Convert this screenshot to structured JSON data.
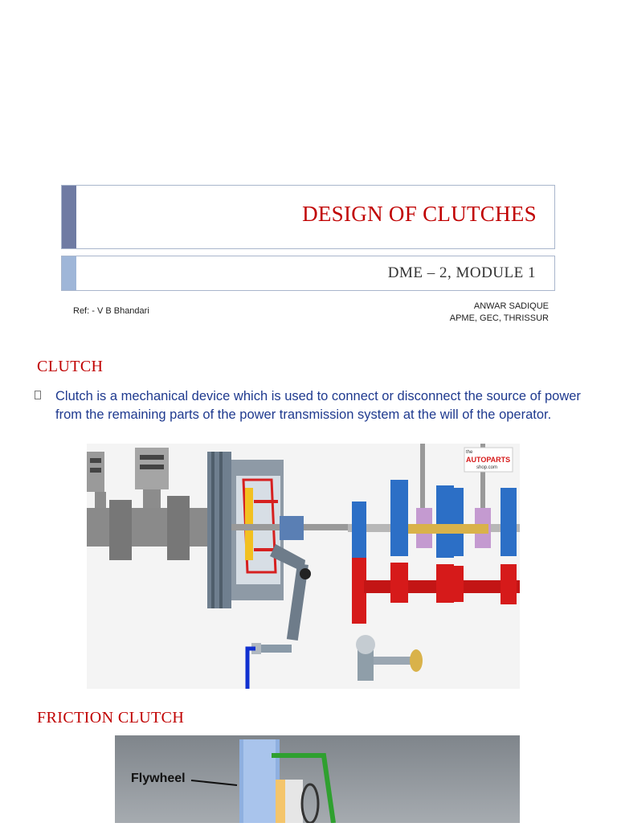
{
  "title": "DESIGN OF CLUTCHES",
  "subtitle": "DME – 2, MODULE 1",
  "reference": "Ref: - V B Bhandari",
  "author": {
    "name": "ANWAR SADIQUE",
    "affiliation": "APME, GEC, THRISSUR"
  },
  "section1": {
    "heading": "CLUTCH",
    "bullet_icon": "bullet-square-icon",
    "bullet_text": "Clutch is a mechanical device which is used to connect or disconnect the source of power from the remaining parts of the power transmission system at the will of the operator."
  },
  "figure1": {
    "logo_top": "the",
    "logo_main": "AUTOPARTS",
    "logo_bottom": "shop.com"
  },
  "section2": {
    "heading": "FRICTION CLUTCH"
  },
  "figure2": {
    "label": "Flywheel"
  },
  "colors": {
    "heading": "#c00000",
    "body_text": "#1f3a8f",
    "title_bar": "#6f7ba3",
    "subtitle_bar": "#9fb6d8"
  }
}
